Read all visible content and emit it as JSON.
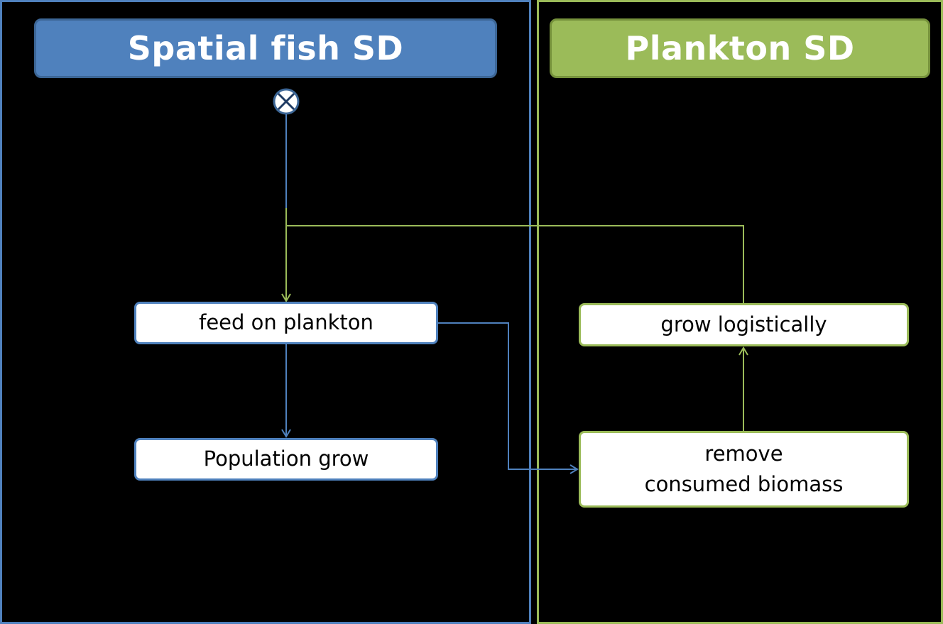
{
  "diagram": {
    "lanes": [
      {
        "id": "fish",
        "title": "Spatial fish SD",
        "color": "#4f81bd"
      },
      {
        "id": "plankton",
        "title": "Plankton SD",
        "color": "#9bbb59"
      }
    ],
    "activities": {
      "feed": "feed on plankton",
      "population_grow": "Population grow",
      "grow_logistically": "grow logistically",
      "remove_biomass": "remove\nconsumed biomass"
    },
    "start_node_icon": "circle-x-icon",
    "flows": [
      {
        "from": "start",
        "to": "feed on plankton",
        "color": "#4f81bd"
      },
      {
        "from": "feed on plankton",
        "to": "Population grow",
        "color": "#4f81bd"
      },
      {
        "from": "feed on plankton",
        "to": "remove\nconsumed biomass",
        "color": "#4f81bd"
      },
      {
        "from": "remove\nconsumed biomass",
        "to": "grow logistically",
        "color": "#9bbb59"
      },
      {
        "from": "grow logistically",
        "to": "feed on plankton",
        "color": "#9bbb59"
      }
    ]
  }
}
